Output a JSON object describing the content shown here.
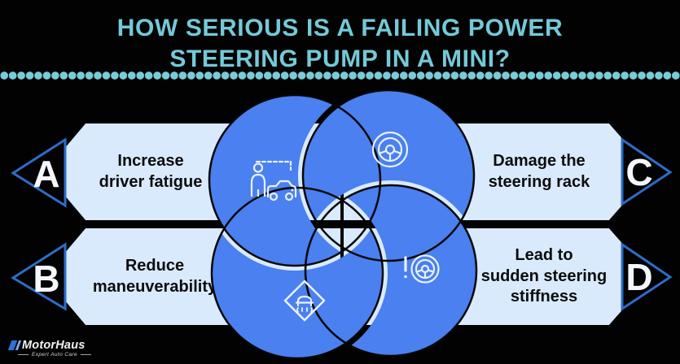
{
  "title": {
    "text": "HOW SERIOUS IS A FAILING POWER\nSTEERING PUMP IN A MINI?"
  },
  "points": [
    {
      "label": "A",
      "text": "Increase\ndriver fatigue",
      "icon": "driver-and-car-icon"
    },
    {
      "label": "B",
      "text": "Reduce\nmaneuverability",
      "icon": "skid-warning-sign-icon"
    },
    {
      "label": "C",
      "text": "Damage the\nsteering rack",
      "icon": "steering-wheel-icon"
    },
    {
      "label": "D",
      "text": "Lead to\nsudden steering\nstiffness",
      "icon": "steering-wheel-alert-icon"
    }
  ],
  "logo": {
    "brand": "MotorHaus",
    "tagline": "Expert Auto Care"
  },
  "colors": {
    "background": "#020202",
    "accent_teal": "#74c9d8",
    "circle_blue": "#4a80ef",
    "banner_light_blue": "#d9eafc",
    "triangle_border_blue": "#2e6cc9",
    "banner_text": "#0c0c0c",
    "icon_stroke": "#e9f1fd"
  }
}
